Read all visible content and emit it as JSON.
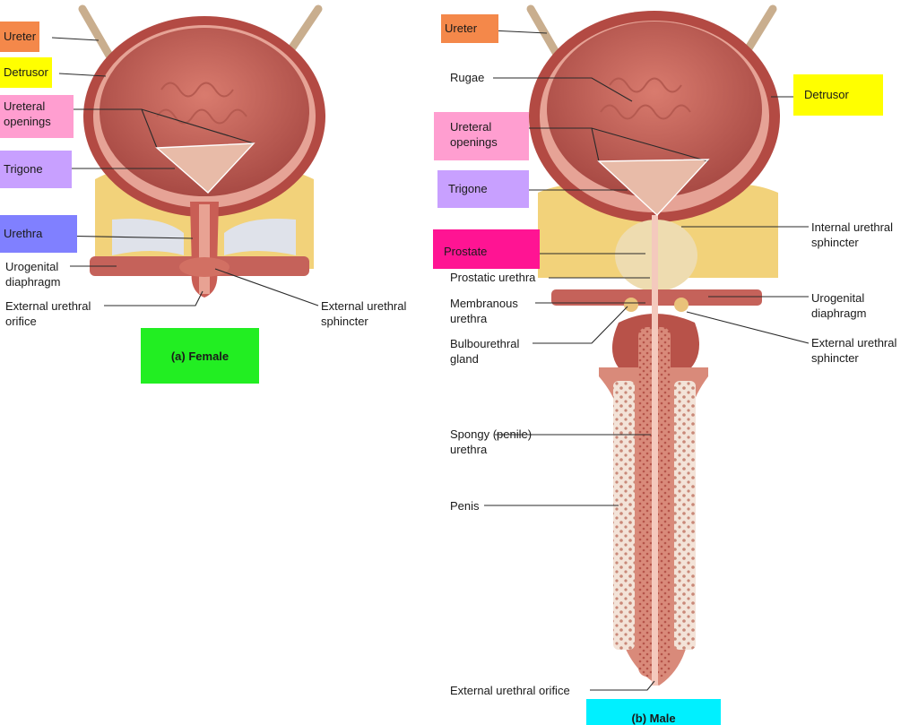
{
  "female": {
    "caption": "(a) Female",
    "labels": {
      "ureter": "Ureter",
      "detrusor": "Detrusor",
      "ureteral_openings_1": "Ureteral",
      "ureteral_openings_2": "openings",
      "trigone": "Trigone",
      "urethra": "Urethra",
      "urogenital_1": "Urogenital",
      "urogenital_2": "diaphragm",
      "ext_orifice_1": "External urethral",
      "ext_orifice_2": "orifice",
      "ext_sphincter_1": "External urethral",
      "ext_sphincter_2": "sphincter"
    }
  },
  "male": {
    "caption": "(b) Male",
    "labels": {
      "ureter": "Ureter",
      "rugae": "Rugae",
      "detrusor": "Detrusor",
      "ureteral_openings_1": "Ureteral",
      "ureteral_openings_2": "openings",
      "trigone": "Trigone",
      "internal_sphincter_1": "Internal urethral",
      "internal_sphincter_2": "sphincter",
      "prostate": "Prostate",
      "prostatic_urethra": "Prostatic urethra",
      "membranous_1": "Membranous",
      "membranous_2": "urethra",
      "urogenital_1": "Urogenital",
      "urogenital_2": "diaphragm",
      "bulbourethral_1": "Bulbourethral",
      "bulbourethral_2": "gland",
      "ext_sphincter_1": "External urethral",
      "ext_sphincter_2": "sphincter",
      "spongy_1": "Spongy (penile)",
      "spongy_2": "urethra",
      "penis": "Penis",
      "ext_orifice": "External urethral orifice"
    }
  },
  "highlight_colors": {
    "ureter": "#f4884a",
    "detrusor": "#ffff00",
    "ureteral_openings": "#ff9ed0",
    "trigone": "#c8a0ff",
    "urethra": "#8080ff",
    "prostate": "#ff1493",
    "female_caption": "#22ee22",
    "male_caption": "#00f0ff"
  }
}
